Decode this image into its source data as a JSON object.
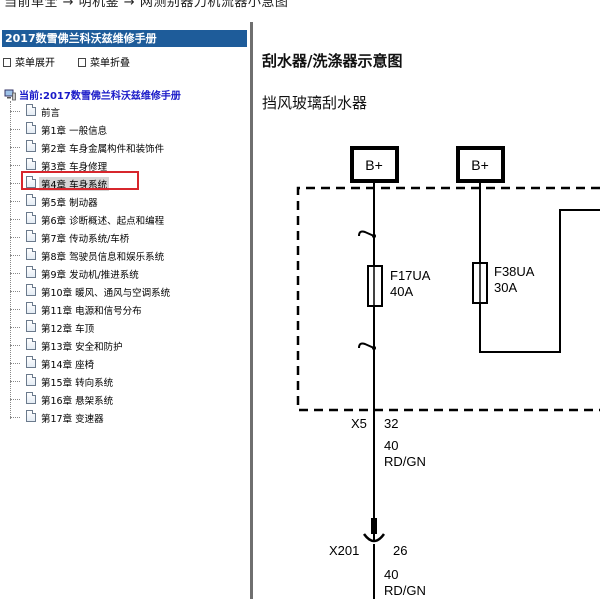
{
  "window": {
    "title_partial": "当前单全 → 明机鉴 → 网测别器刀机流器小急图"
  },
  "tree": {
    "header": "2017数雪佛兰科沃兹维修手册",
    "expand_label": "菜单展开",
    "collapse_label": "菜单折叠",
    "root_label": "当前:2017数雪佛兰科沃兹维修手册",
    "items": [
      {
        "label": "前言"
      },
      {
        "label": "第1章 一般信息"
      },
      {
        "label": "第2章 车身金属构件和装饰件"
      },
      {
        "label": "第3章 车身修理"
      },
      {
        "label": "第4章 车身系统"
      },
      {
        "label": "第5章 制动器"
      },
      {
        "label": "第6章 诊断概述、起点和编程"
      },
      {
        "label": "第7章 传动系统/车桥"
      },
      {
        "label": "第8章 驾驶员信息和娱乐系统"
      },
      {
        "label": "第9章 发动机/推进系统"
      },
      {
        "label": "第10章 暖风、通风与空调系统"
      },
      {
        "label": "第11章 电源和信号分布"
      },
      {
        "label": "第12章 车顶"
      },
      {
        "label": "第13章 安全和防护"
      },
      {
        "label": "第14章 座椅"
      },
      {
        "label": "第15章 转向系统"
      },
      {
        "label": "第16章 悬架系统"
      },
      {
        "label": "第17章 变速器"
      }
    ],
    "selected_index": 4
  },
  "content": {
    "page_title": "刮水器/洗涤器示意图",
    "section_title": "挡风玻璃刮水器"
  },
  "diagram": {
    "power1": "B+",
    "power2": "B+",
    "fuse1_name": "F17UA",
    "fuse1_rating": "40A",
    "fuse2_name": "F38UA",
    "fuse2_rating": "30A",
    "connector1": "X5",
    "pin1": "32",
    "wire1_gauge": "40",
    "wire1_color": "RD/GN",
    "connector2": "X201",
    "pin2": "26",
    "wire2_gauge": "40",
    "wire2_color": "RD/GN"
  },
  "colors": {
    "header_blue": "#1e5c9a",
    "root_text": "#1a1ac8",
    "highlight_red": "#d7262c",
    "divider": "#6f6f6f"
  }
}
